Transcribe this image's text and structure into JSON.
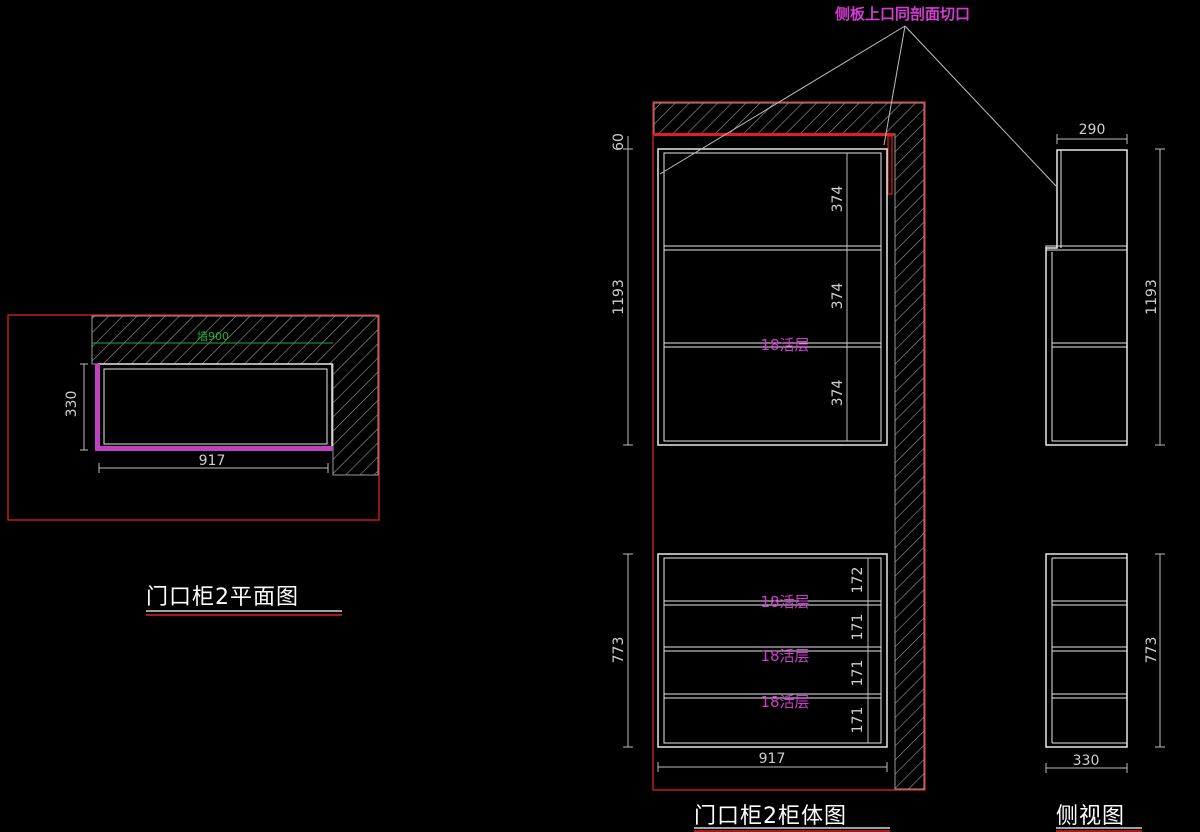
{
  "annotation": {
    "note": "侧板上口同剖面切口"
  },
  "plan_view": {
    "title": "门口柜2平面图",
    "dims": {
      "width": "917",
      "depth": "330",
      "wall_marker": "墙900"
    }
  },
  "front_view": {
    "title": "门口柜2柜体图",
    "dims": {
      "top_gap": "60",
      "upper_height": "1193",
      "upper_sections": [
        "374",
        "374",
        "374"
      ],
      "lower_height": "773",
      "lower_sections": [
        "172",
        "171",
        "171",
        "171"
      ],
      "width": "917"
    },
    "shelf_labels": [
      "18活层",
      "18活层",
      "18活层",
      "18活层"
    ]
  },
  "side_view": {
    "title": "侧视图",
    "dims": {
      "top_depth": "290",
      "upper_height": "1193",
      "lower_height": "773",
      "bottom_depth": "330"
    }
  },
  "colors": {
    "background": "#000000",
    "line": "#e8e8e8",
    "frame": "#e02020",
    "label": "#d23cd2",
    "dim": "#cfcfcf",
    "marker": "#22aa44"
  }
}
